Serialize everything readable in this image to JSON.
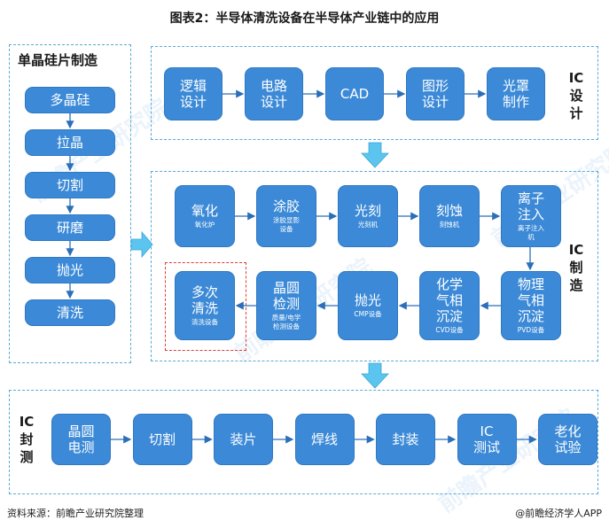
{
  "title": "图表2：半导体清洗设备在半导体产业链中的应用",
  "panels": {
    "wafer": "单晶硅片制造",
    "design": "IC\n设\n计",
    "manufacture": "IC\n制\n造",
    "packaging": "IC\n封\n测"
  },
  "wafer_steps": [
    "多晶硅",
    "拉晶",
    "切割",
    "研磨",
    "抛光",
    "清洗"
  ],
  "design_steps": [
    "逻辑\n设计",
    "电路\n设计",
    "CAD",
    "图形\n设计",
    "光罩\n制作"
  ],
  "manufacture_row1": [
    {
      "main": "氧化",
      "sub": "氧化炉"
    },
    {
      "main": "涂胶",
      "sub": "涂胶显影\n设备"
    },
    {
      "main": "光刻",
      "sub": "光刻机"
    },
    {
      "main": "刻蚀",
      "sub": "刻蚀机"
    },
    {
      "main": "离子\n注入",
      "sub": "离子注入\n机"
    }
  ],
  "manufacture_row2": [
    {
      "main": "多次\n清洗",
      "sub": "清洗设备"
    },
    {
      "main": "晶圆\n检测",
      "sub": "质量/电学\n检测设备"
    },
    {
      "main": "抛光",
      "sub": "CMP设备"
    },
    {
      "main": "化学\n气相\n沉淀",
      "sub": "CVD设备"
    },
    {
      "main": "物理\n气相\n沉淀",
      "sub": "PVD设备"
    }
  ],
  "packaging_steps": [
    "晶圆\n电测",
    "切割",
    "装片",
    "焊线",
    "封装",
    "IC\n测试",
    "老化\n试验"
  ],
  "watermark": "前瞻产业研究院",
  "footer": {
    "source": "资料来源：前瞻产业研究院整理",
    "brand": "@前瞻经济学人APP"
  },
  "colors": {
    "box": "#3c8ad7",
    "panel_border": "#5aa9d6",
    "highlight": "#e03a3a",
    "big_arrow": "#5bc4ef"
  }
}
